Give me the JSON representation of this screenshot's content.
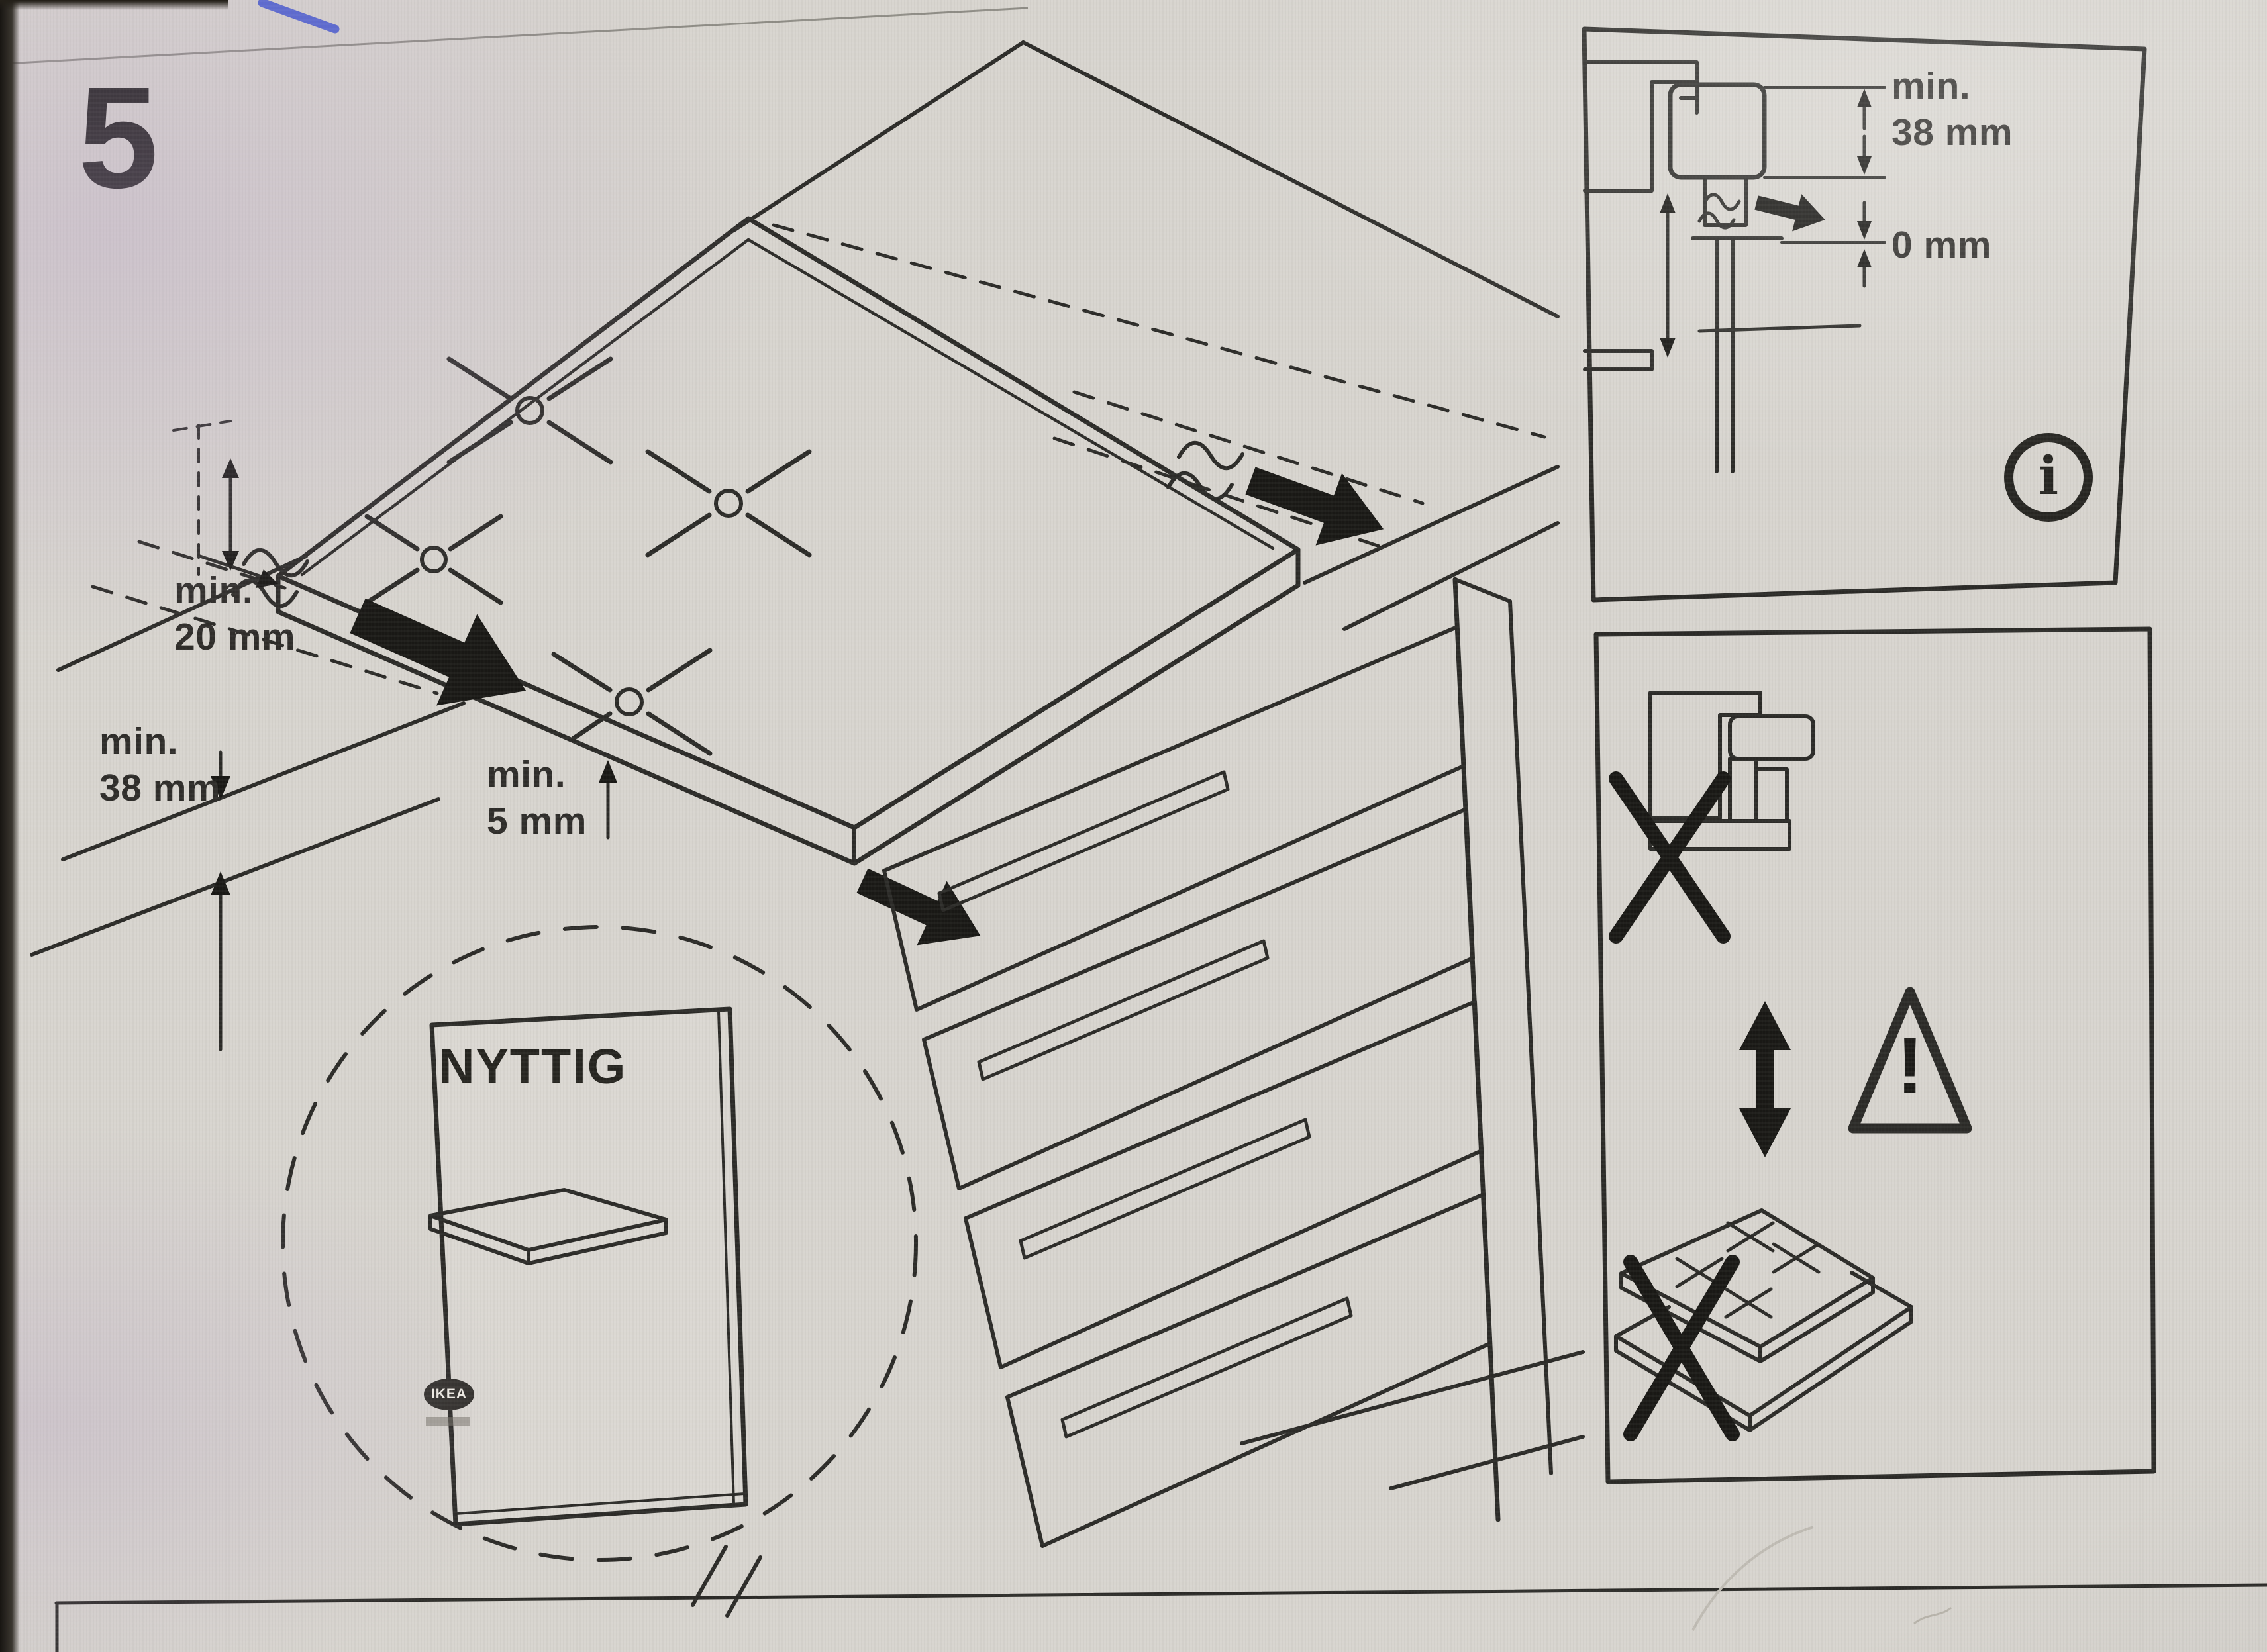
{
  "step": {
    "number": "5"
  },
  "diagram": {
    "dims": {
      "side_clearance": {
        "l1": "min.",
        "l2": "20 mm"
      },
      "worktop_thickness": {
        "l1": "min.",
        "l2": "38 mm"
      },
      "bottom_gap": {
        "l1": "min.",
        "l2": "5 mm"
      }
    },
    "booklet": {
      "title": "NYTTIG",
      "brand": "IKEA"
    }
  },
  "panel_info": {
    "dims": {
      "hob_min_thickness": {
        "l1": "min.",
        "l2": "38 mm"
      },
      "zero_gap": "0 mm"
    },
    "icons": {
      "info": "i"
    }
  },
  "panel_warning": {
    "icons": {
      "warning": "!"
    }
  },
  "colors": {
    "paper": "#d8d5cf",
    "ink": "#2b2a27",
    "pen_mark": "#4257d0"
  }
}
